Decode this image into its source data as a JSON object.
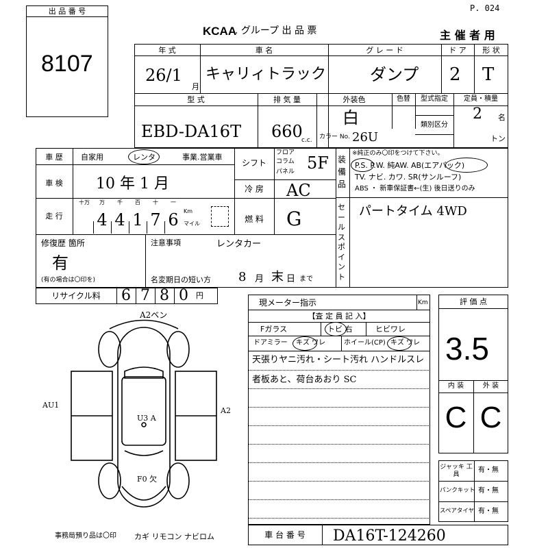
{
  "page_no": "P. 024",
  "header": {
    "lot_label": "出 品 番 号",
    "lot_number": "8107",
    "brand": "KCAA",
    "form_title": ". グループ 出 品 票",
    "organizer": "主 催 者 用"
  },
  "row1": {
    "year_label": "年 式",
    "model_label": "車 名",
    "grade_label": "グ レ ー ド",
    "doors_label": "ド ア",
    "shape_label": "形 状",
    "year": "26/1",
    "month_suffix": "月",
    "car_name": "キャリィトラック",
    "grade": "ダンプ",
    "doors": "2",
    "shape": "T"
  },
  "row2": {
    "type_label": "型 式",
    "displacement_label": "排 気 量",
    "color_label": "外装色",
    "color_check_label": "色替",
    "type_designation_label": "型式指定",
    "category_label": "類別区分",
    "capacity_label": "定員・積量",
    "model_code": "EBD-DA16T",
    "displacement": "660",
    "cc": "c.c.",
    "color": "白",
    "color_no_label": "カラー No.",
    "color_no": "26U",
    "capacity": "2",
    "capacity_unit": "名",
    "load_unit": "トン"
  },
  "history": {
    "label": "車 歴",
    "opt_private": "自家用",
    "opt_rental": "レンタ",
    "opt_business": "事業.営業車"
  },
  "shaken": {
    "label": "車 検",
    "value": "10 年 1 月"
  },
  "mileage": {
    "label": "走 行",
    "units": [
      "十万",
      "万",
      "千",
      "百",
      "十",
      "一"
    ],
    "digits": [
      "",
      "4",
      "4",
      "1",
      "7",
      "6"
    ],
    "km": "Km",
    "mile": "マイル"
  },
  "shift": {
    "label": "シフト",
    "floor": "フロア",
    "column": "コラム",
    "panel": "パネル",
    "value": "5F"
  },
  "ac": {
    "label": "冷 房",
    "value": "AC"
  },
  "fuel": {
    "label": "燃 料",
    "value": "G"
  },
  "equipment": {
    "label": "装備品",
    "note": "※純正のみ〇印をつけて下さい。",
    "line1": "P.S. P.W. 純AW. AB(エアバック)",
    "line2": "TV. ナビ. カワ. SR(サンルーフ)",
    "line3": "ABS ・ 新車保証書←(生) 後日送りのみ"
  },
  "sales_point": {
    "label": "セールスポイント",
    "text": "パートタイム 4WD"
  },
  "repair": {
    "label": "修復歴 箇所",
    "value": "有",
    "note": "(有の場合は〇印を)"
  },
  "caution": {
    "label": "注意事項",
    "note": "レンタカー",
    "period_label": "名変期日の短い方",
    "period_month": "8",
    "month_char": "月",
    "period_day": "末",
    "day_char": "日",
    "made_char": "まで"
  },
  "recycle": {
    "label": "リサイクル料",
    "digits": [
      "6",
      "7",
      "8",
      "0"
    ],
    "yen": "円"
  },
  "meter": {
    "label": "現メーター指示",
    "km": "Km"
  },
  "inspection": {
    "header": "【査 定 員 記 入】",
    "f_glass": "Fガラス",
    "f_glass_opts": "トビ 右",
    "f_crack": "ヒビワレ",
    "door_mirror": "ドアミラー",
    "door_mirror_opts": "キズ ワレ",
    "wheel": "ホイール(CP)",
    "wheel_opts": "キズ ワレ",
    "comment1": "天張りヤニ汚れ・シート汚れ ハンドルスレ",
    "comment2": "者板あと、荷台あおり SC"
  },
  "grade_box": {
    "score_label": "評 価 点",
    "score": "3.5",
    "interior_label": "内 装",
    "exterior_label": "外 装",
    "interior": "C",
    "exterior": "C"
  },
  "tools": [
    {
      "label": "ジャッキ 工 具",
      "opts": "有・無"
    },
    {
      "label": "パンクキット",
      "opts": "有・無"
    },
    {
      "label": "スペアタイヤ",
      "opts": "有・無"
    }
  ],
  "diagram": {
    "top_note": "A2ベン",
    "left_note": "AU1",
    "right_note": "A2",
    "center_note": "U3 A",
    "bottom_note": "F0 欠"
  },
  "footer": {
    "office_note": "事務局預り品は〇印",
    "items": "カギ リモコン ナビロム",
    "chassis_label": "車 台 番 号",
    "chassis_number": "DA16T-124260"
  }
}
